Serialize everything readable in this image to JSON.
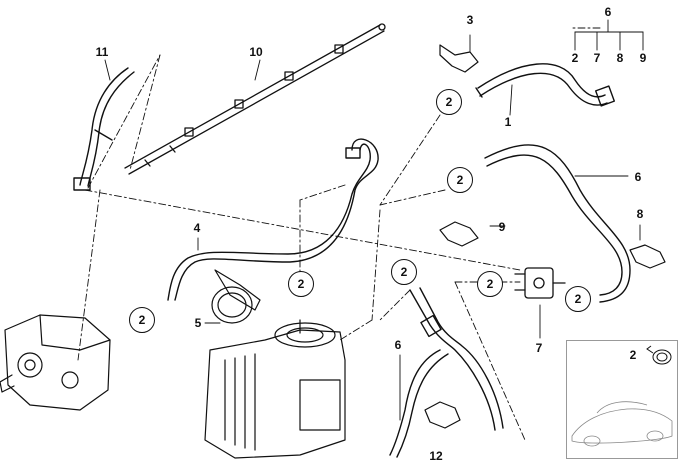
{
  "diagram": {
    "part_labels": {
      "p1": "1",
      "p3": "3",
      "p4": "4",
      "p5": "5",
      "p6_top": "6",
      "p6_mid": "6",
      "p6_low": "6",
      "p7": "7",
      "p8": "8",
      "p9": "9",
      "p10": "10",
      "p11": "11",
      "p12": "12",
      "key_2": "2",
      "key_7": "7",
      "key_8": "8",
      "key_9": "9"
    },
    "callout_circle_label": "2",
    "inset": {
      "label": "2"
    }
  }
}
